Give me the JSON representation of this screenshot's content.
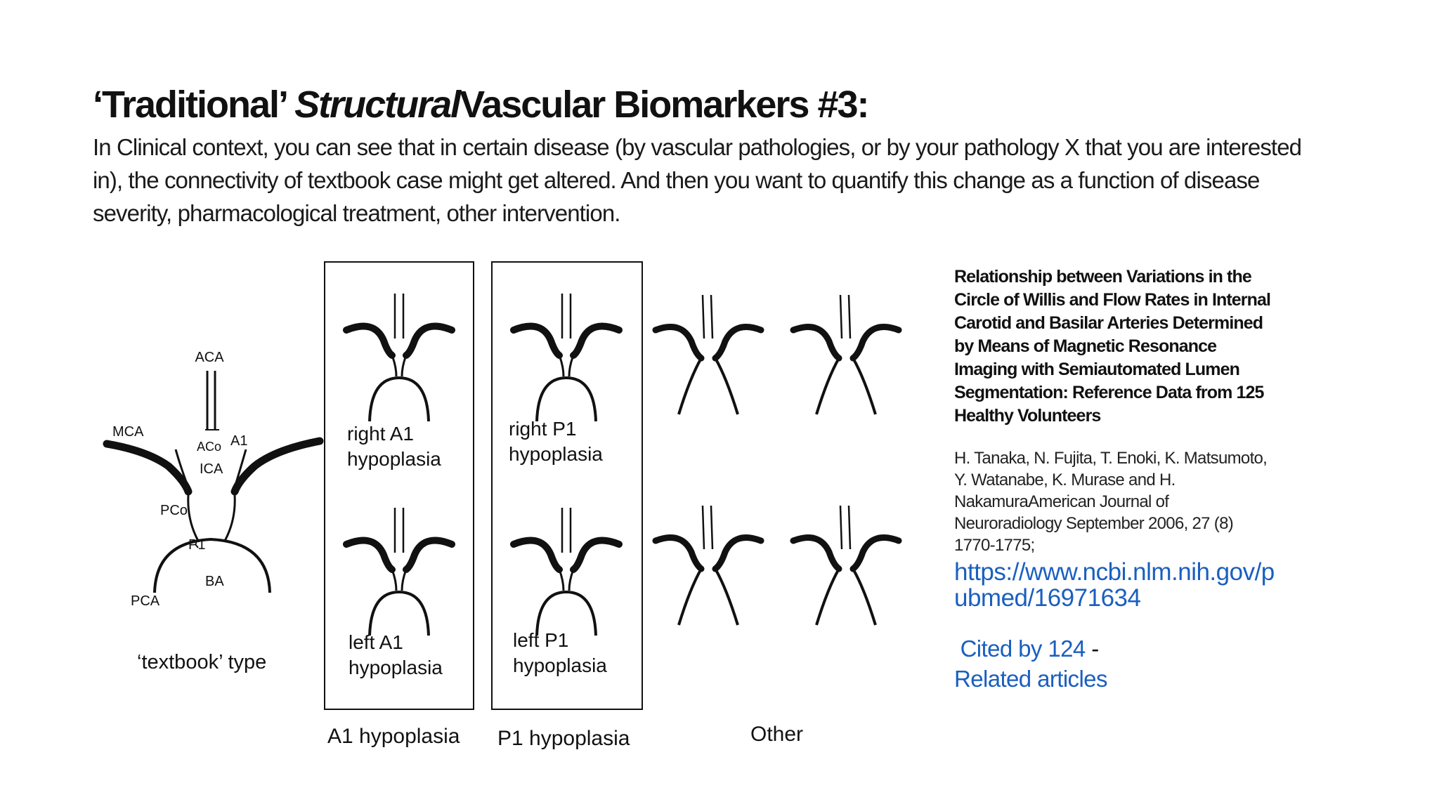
{
  "slide": {
    "title_part1": "‘Traditional’ ",
    "title_italic": "Structural",
    "title_part2": "Vascular Biomarkers #3:",
    "intro": "In Clinical context, you can see that in certain disease (by vascular pathologies, or by your pathology X that you are interested in), the connectivity of textbook case might get altered. And then you want to quantify this change as a function of disease severity, pharmacological treatment, other intervention."
  },
  "figure": {
    "textbook": {
      "labels": {
        "aca": "ACA",
        "mca": "MCA",
        "aco": "ACo",
        "a1": "A1",
        "ica": "ICA",
        "pco": "PCo",
        "p1": "P1",
        "ba": "BA",
        "pca": "PCA"
      },
      "caption": "‘textbook’ type"
    },
    "a1_group": {
      "top_label_1": "right A1",
      "top_label_2": "hypoplasia",
      "bottom_label_1": "left A1",
      "bottom_label_2": "hypoplasia",
      "caption": "A1 hypoplasia"
    },
    "p1_group": {
      "top_label_1": "right P1",
      "top_label_2": "hypoplasia",
      "bottom_label_1": "left P1",
      "bottom_label_2": "hypoplasia",
      "caption": "P1 hypoplasia"
    },
    "other_caption": "Other"
  },
  "reference": {
    "title": "Relationship between Variations in the Circle of Willis and Flow Rates in Internal Carotid and Basilar Arteries Determined by Means of Magnetic Resonance Imaging with Semiautomated Lumen Segmentation: Reference Data from 125 Healthy Volunteers",
    "authors": "H. Tanaka, N. Fujita, T. Enoki, K. Matsumoto, Y. Watanabe, K. Murase and H. NakamuraAmerican Journal of Neuroradiology September 2006, 27 (8) 1770-1775;",
    "link": "https://www.ncbi.nlm.nih.gov/pubmed/16971634",
    "cited_by": "Cited by 124",
    "separator": " -",
    "related": "Related articles",
    "link_color": "#1a5fbf"
  }
}
